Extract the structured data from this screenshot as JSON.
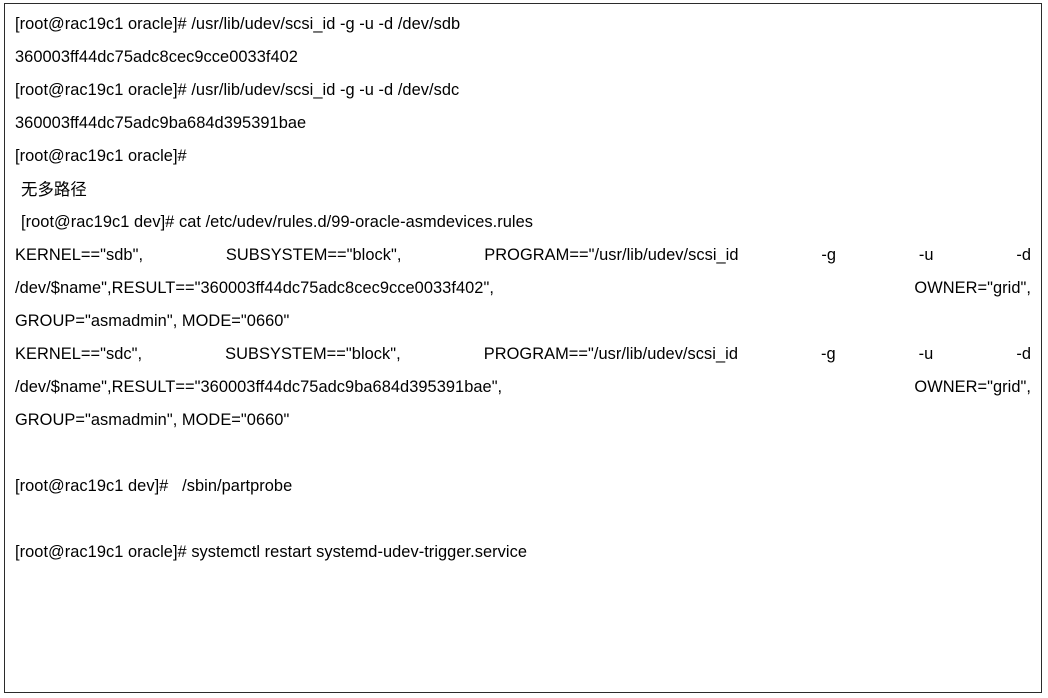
{
  "window": {
    "kind": "terminal-transcript-box",
    "border_color": "#2b2b2b",
    "background": "#ffffff",
    "text_color": "#000000"
  },
  "console": {
    "lines": [
      {
        "id": "cmd-scsi-id-sdb",
        "kind": "command",
        "indent": false,
        "justify": false,
        "text": "[root@rac19c1 oracle]# /usr/lib/udev/scsi_id -g -u -d /dev/sdb"
      },
      {
        "id": "out-wwid-sdb",
        "kind": "output",
        "indent": false,
        "justify": false,
        "text": "360003ff44dc75adc8cec9cce0033f402"
      },
      {
        "id": "cmd-scsi-id-sdc",
        "kind": "command",
        "indent": false,
        "justify": false,
        "text": "[root@rac19c1 oracle]# /usr/lib/udev/scsi_id -g -u -d /dev/sdc"
      },
      {
        "id": "out-wwid-sdc",
        "kind": "output",
        "indent": false,
        "justify": false,
        "text": "360003ff44dc75adc9ba684d395391bae"
      },
      {
        "id": "prompt-oracle-empty",
        "kind": "command",
        "indent": false,
        "justify": false,
        "text": "[root@rac19c1 oracle]#"
      },
      {
        "id": "note-no-multipath",
        "kind": "note",
        "indent": true,
        "justify": false,
        "text": "无多路径"
      },
      {
        "id": "cmd-cat-rules",
        "kind": "command",
        "indent": true,
        "justify": false,
        "text": "[root@rac19c1 dev]# cat /etc/udev/rules.d/99-oracle-asmdevices.rules"
      },
      {
        "id": "rule-sdb-line1",
        "kind": "output",
        "indent": false,
        "justify": true,
        "text": "KERNEL==\"sdb\", SUBSYSTEM==\"block\", PROGRAM==\"/usr/lib/udev/scsi_id -g -u -d"
      },
      {
        "id": "rule-sdb-line2",
        "kind": "output",
        "indent": false,
        "justify": true,
        "text": "/dev/$name\",RESULT==\"360003ff44dc75adc8cec9cce0033f402\", OWNER=\"grid\","
      },
      {
        "id": "rule-sdb-line3",
        "kind": "output",
        "indent": false,
        "justify": false,
        "text": "GROUP=\"asmadmin\", MODE=\"0660\""
      },
      {
        "id": "rule-sdc-line1",
        "kind": "output",
        "indent": false,
        "justify": true,
        "text": "KERNEL==\"sdc\", SUBSYSTEM==\"block\", PROGRAM==\"/usr/lib/udev/scsi_id -g -u -d"
      },
      {
        "id": "rule-sdc-line2",
        "kind": "output",
        "indent": false,
        "justify": true,
        "text": "/dev/$name\",RESULT==\"360003ff44dc75adc9ba684d395391bae\", OWNER=\"grid\","
      },
      {
        "id": "rule-sdc-line3",
        "kind": "output",
        "indent": false,
        "justify": false,
        "text": "GROUP=\"asmadmin\", MODE=\"0660\""
      },
      {
        "id": "blank-1",
        "kind": "blank",
        "indent": false,
        "justify": false,
        "text": ""
      },
      {
        "id": "cmd-partprobe",
        "kind": "command",
        "indent": false,
        "justify": false,
        "text": "[root@rac19c1 dev]#   /sbin/partprobe"
      },
      {
        "id": "blank-2",
        "kind": "blank",
        "indent": false,
        "justify": false,
        "text": ""
      },
      {
        "id": "cmd-systemctl-restart",
        "kind": "command",
        "indent": false,
        "justify": false,
        "text": "[root@rac19c1 oracle]# systemctl restart systemd-udev-trigger.service"
      }
    ]
  }
}
